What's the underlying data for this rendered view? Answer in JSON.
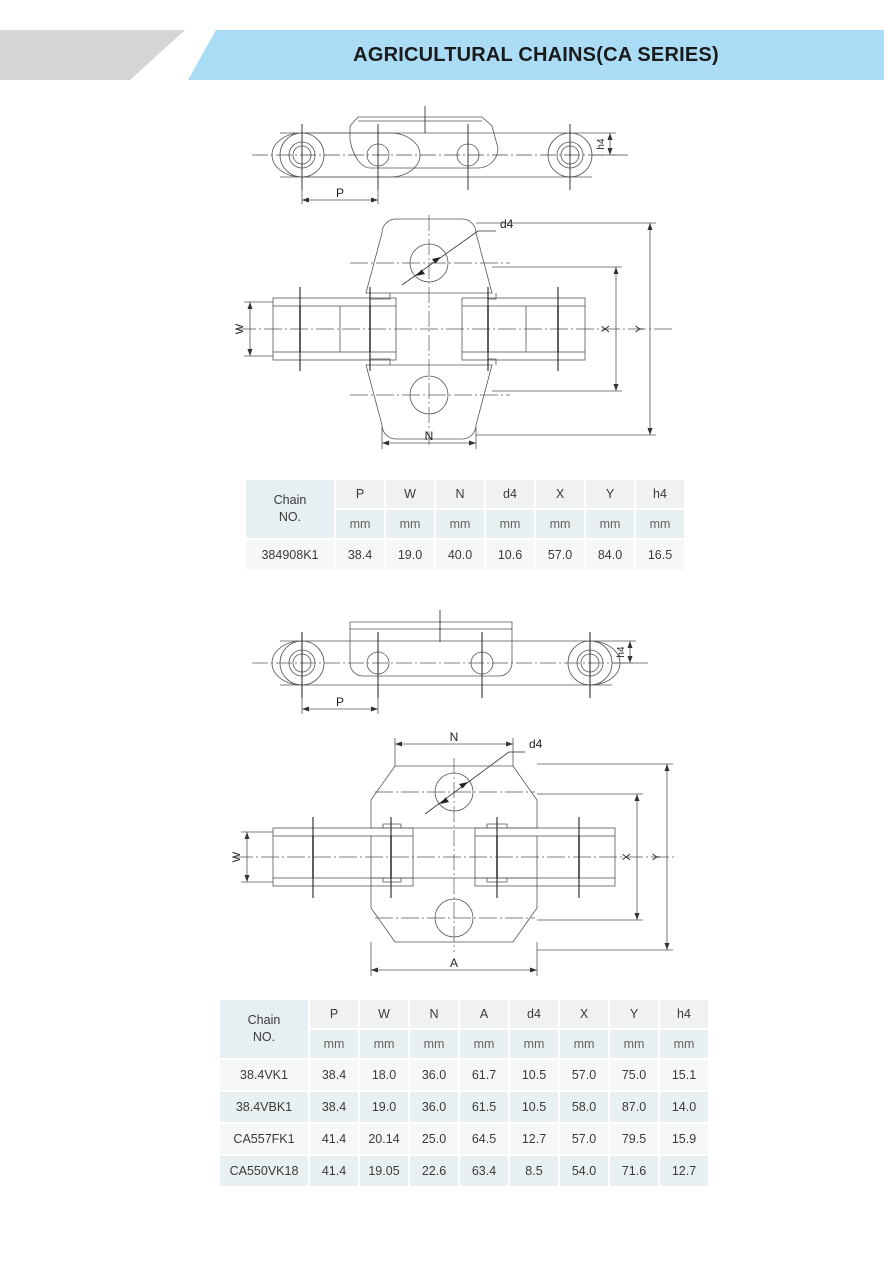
{
  "header": {
    "title": "AGRICULTURAL CHAINS(CA SERIES)",
    "accent_color": "#aadcf5",
    "tab_color": "#d5d5d5"
  },
  "drawings": [
    {
      "name": "k1-side-view",
      "view": "side elevation of chain with K1 attachment",
      "labels": [
        "P",
        "h4"
      ]
    },
    {
      "name": "k1-plan-view",
      "view": "plan view of chain with K1 bent attachment plate",
      "labels": [
        "d4",
        "W",
        "N",
        "X",
        "Y"
      ]
    },
    {
      "name": "vk1-side-view",
      "view": "side elevation of chain with VK1 attachment",
      "labels": [
        "P",
        "h4"
      ]
    },
    {
      "name": "vk1-plan-view",
      "view": "plan view of chain with chamfered attachment plate",
      "labels": [
        "d4",
        "W",
        "N",
        "A",
        "X",
        "Y"
      ]
    }
  ],
  "tables": [
    {
      "id": "table-k1",
      "name_header_line1": "Chain",
      "name_header_line2": "NO.",
      "columns": [
        "P",
        "W",
        "N",
        "d4",
        "X",
        "Y",
        "h4"
      ],
      "units": [
        "mm",
        "mm",
        "mm",
        "mm",
        "mm",
        "mm",
        "mm"
      ],
      "rows": [
        {
          "name": "384908K1",
          "values": [
            "38.4",
            "19.0",
            "40.0",
            "10.6",
            "57.0",
            "84.0",
            "16.5"
          ]
        }
      ]
    },
    {
      "id": "table-vk1",
      "name_header_line1": "Chain",
      "name_header_line2": "NO.",
      "columns": [
        "P",
        "W",
        "N",
        "A",
        "d4",
        "X",
        "Y",
        "h4"
      ],
      "units": [
        "mm",
        "mm",
        "mm",
        "mm",
        "mm",
        "mm",
        "mm",
        "mm"
      ],
      "rows": [
        {
          "name": "38.4VK1",
          "values": [
            "38.4",
            "18.0",
            "36.0",
            "61.7",
            "10.5",
            "57.0",
            "75.0",
            "15.1"
          ]
        },
        {
          "name": "38.4VBK1",
          "values": [
            "38.4",
            "19.0",
            "36.0",
            "61.5",
            "10.5",
            "58.0",
            "87.0",
            "14.0"
          ]
        },
        {
          "name": "CA557FK1",
          "values": [
            "41.4",
            "20.14",
            "25.0",
            "64.5",
            "12.7",
            "57.0",
            "79.5",
            "15.9"
          ]
        },
        {
          "name": "CA550VK18",
          "values": [
            "41.4",
            "19.05",
            "22.6",
            "63.4",
            "8.5",
            "54.0",
            "71.6",
            "12.7"
          ]
        }
      ]
    }
  ]
}
